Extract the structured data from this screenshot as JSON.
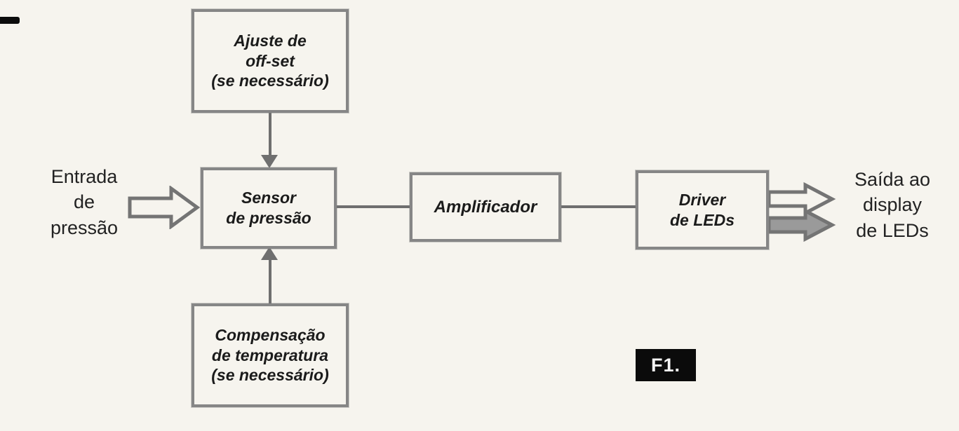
{
  "diagram": {
    "blocks": {
      "offset": {
        "lines": [
          "Ajuste de",
          "off-set",
          "(se necessário)"
        ]
      },
      "sensor": {
        "lines": [
          "Sensor",
          "de pressão"
        ]
      },
      "amplifier": {
        "label": "Amplificador"
      },
      "driver": {
        "lines": [
          "Driver",
          "de LEDs"
        ]
      },
      "compensation": {
        "lines": [
          "Compensação",
          "de temperatura",
          "(se necessário)"
        ]
      }
    },
    "labels": {
      "input": {
        "lines": [
          "Entrada",
          "de",
          "pressão"
        ]
      },
      "output": {
        "lines": [
          "Saída ao",
          "display",
          "de LEDs"
        ]
      }
    },
    "figure_tag": "F1.",
    "icons": [
      "input-block-arrow-icon",
      "output-block-arrow-icon",
      "down-arrowhead-icon",
      "up-arrowhead-icon"
    ]
  },
  "colors": {
    "background": "#f6f4ee",
    "box_border": "#868686",
    "text": "#1b1b1b",
    "arrow": "#6f6f6f",
    "figure_bg": "#0b0b0b",
    "figure_text": "#f4f4f4"
  }
}
